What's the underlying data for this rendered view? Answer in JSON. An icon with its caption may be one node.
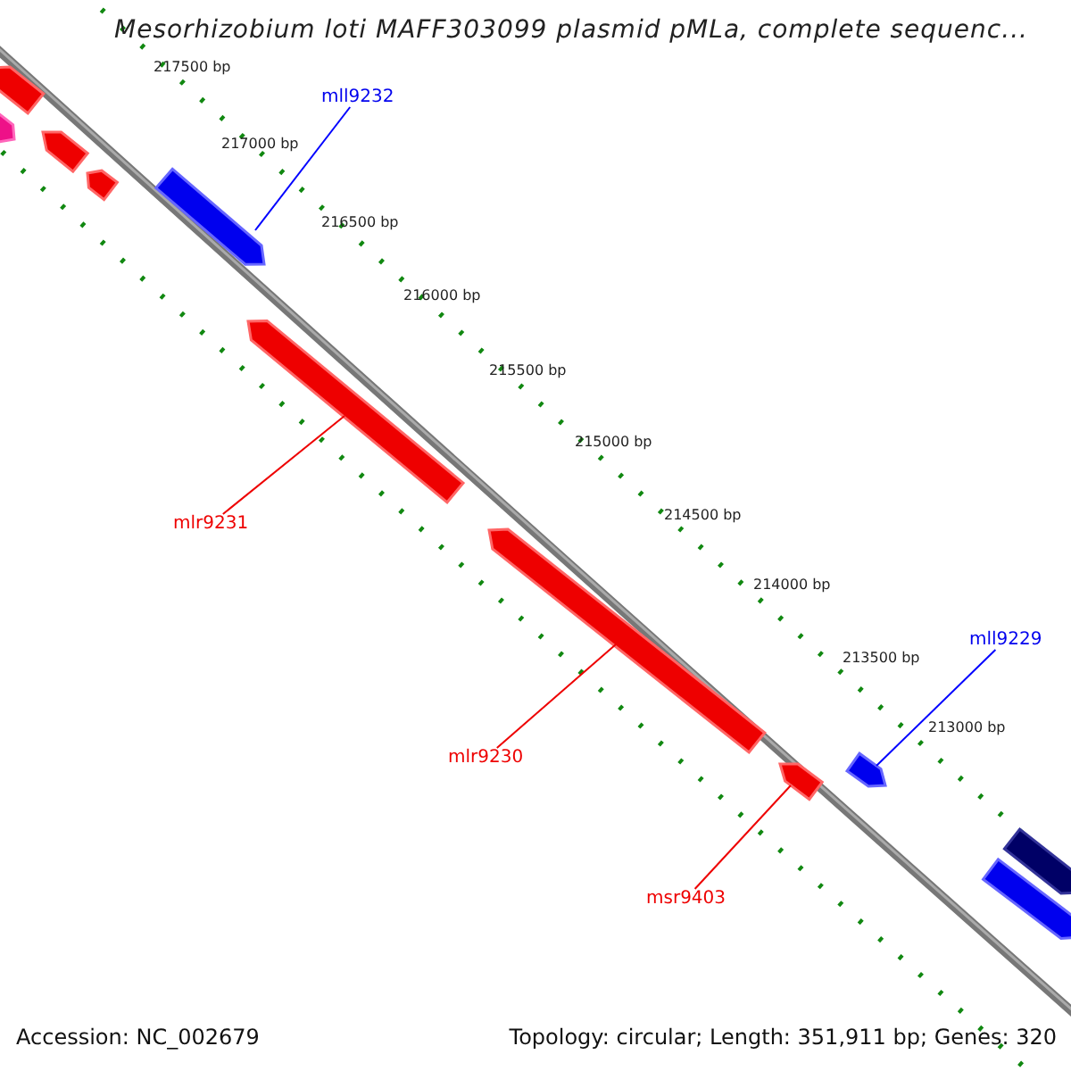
{
  "diagram": {
    "title": "Mesorhizobium loti MAFF303099 plasmid pMLa, complete sequenc...",
    "nodes": [
      {
        "text": [
          "mll9232"
        ]
      },
      {
        "text": [],
        "shape": "bar"
      },
      {
        "text": [
          "mlr9231"
        ]
      },
      {
        "text": [],
        "shape": "bar"
      },
      {
        "text": [
          "mll9229"
        ]
      },
      {
        "text": [],
        "shape": "bar"
      },
      {
        "text": [
          "mlr9230"
        ]
      },
      {
        "text": [],
        "shape": "bar"
      },
      {
        "text": [
          "msr9403"
        ]
      },
      {
        "text": [],
        "shape": "bar"
      },
      {
        "text": [],
        "shape": "bar"
      },
      {
        "text": [],
        "shape": "bar"
      },
      {
        "text": [],
        "shape": "bar"
      },
      {
        "text": [],
        "shape": "bar"
      },
      {
        "text": [],
        "shape": "bar"
      },
      {
        "text": [],
        "shape": "bar"
      }
    ],
    "edges": [
      {
        "from": 0,
        "to": 1,
        "arrow": "none",
        "color": "#0000ff"
      },
      {
        "from": 2,
        "to": 3,
        "arrow": "none"
      },
      {
        "from": 4,
        "to": 5,
        "arrow": "none",
        "color": "#0000ff"
      },
      {
        "from": 6,
        "to": 7,
        "arrow": "none"
      },
      {
        "from": 8,
        "to": 9,
        "arrow": "none"
      }
    ],
    "labels": [
      "217500 bp",
      "217000 bp",
      "216500 bp",
      "216000 bp",
      "215500 bp",
      "215000 bp",
      "214500 bp",
      "214000 bp",
      "213500 bp",
      "213000 bp",
      "Accession: NC_002679",
      "Topology: circular; Length: 351,911 bp; Genes: 320"
    ]
  }
}
